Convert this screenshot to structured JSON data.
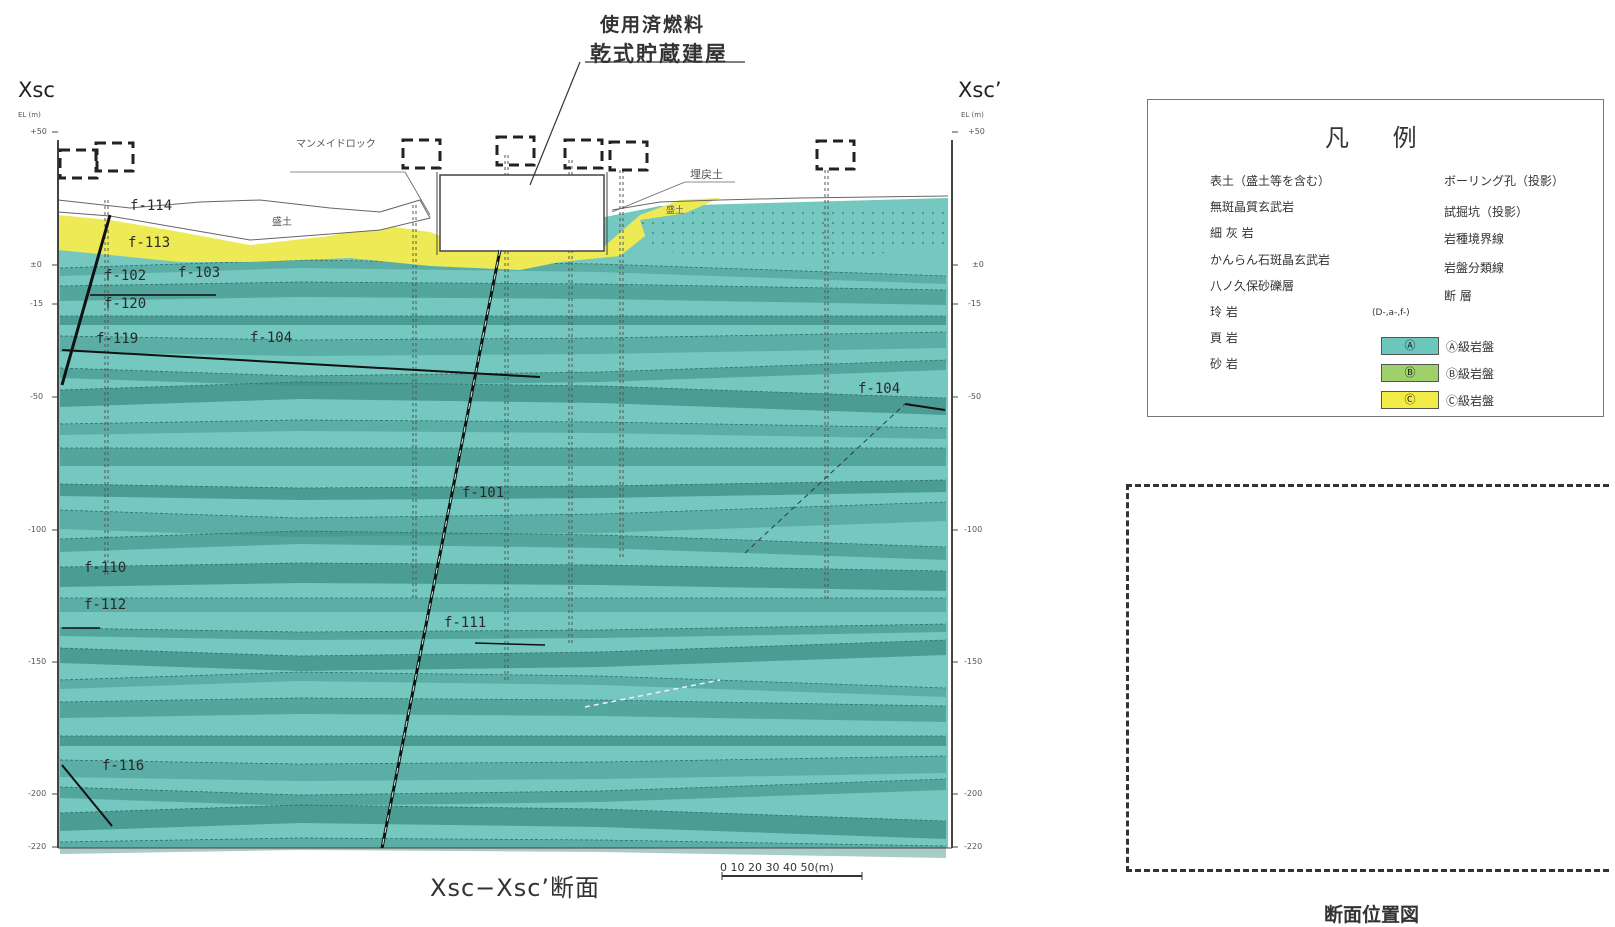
{
  "figure": {
    "building_label_line1": "使用済燃料",
    "building_label_line2": "乾式貯蔵建屋",
    "section_title": "Xsc−Xsc’断面",
    "left_end": "Xsc",
    "right_end": "Xsc’",
    "el_unit": "EL (m)",
    "scale_bar": "0 10 20 30 40 50(m)",
    "location_map_caption": "断面位置図"
  },
  "elevation_ticks": [
    "+50",
    "±0",
    "-15",
    "-50",
    "-100",
    "-150",
    "-200",
    "-220"
  ],
  "annotations": {
    "manmade_rock": "マンメイドロック",
    "fill_soil_left": "盛土",
    "backfill": "埋戻土",
    "fill_soil_right": "盛土"
  },
  "faults": [
    "f-114",
    "f-113",
    "f-102",
    "f-103",
    "f-120",
    "f-119",
    "f-104",
    "f-104",
    "f-101",
    "f-110",
    "f-112",
    "f-111",
    "f-116"
  ],
  "legend": {
    "title": "凡 例",
    "left_items": [
      "表土（盛土等を含む）",
      "無斑晶質玄武岩",
      "細 灰 岩",
      "かんらん石斑晶玄武岩",
      "八ノ久保砂礫層",
      "玲 岩",
      "頁 岩",
      "砂 岩"
    ],
    "right_items": [
      "ボーリング孔（投影）",
      "試掘坑（投影）",
      "岩種境界線",
      "岩盤分類線",
      "断 層",
      "(D-,a-,f-)"
    ],
    "rock_classes": [
      {
        "mark": "Ⓐ",
        "label": "Ⓐ級岩盤",
        "color": "#6cc7bd"
      },
      {
        "mark": "Ⓑ",
        "label": "Ⓑ級岩盤",
        "color": "#9fd16a"
      },
      {
        "mark": "Ⓒ",
        "label": "Ⓒ級岩盤",
        "color": "#f2ec47"
      }
    ]
  },
  "colors": {
    "rock_a": "#74c8bf",
    "rock_a_dark": "#3e8f86",
    "rock_c": "#eeea55",
    "surface_fill": "#ffffff",
    "fault_line": "#111111"
  }
}
